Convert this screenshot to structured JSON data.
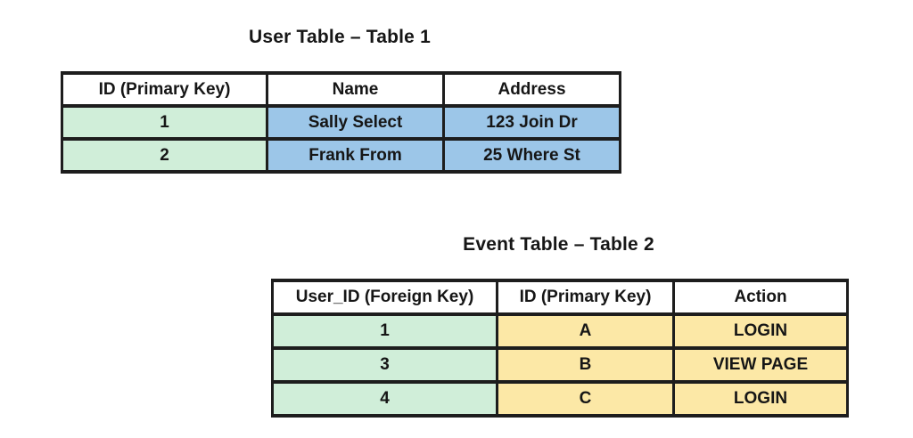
{
  "colors": {
    "border": "#1d1d1d",
    "header_bg": "#ffffff",
    "green": "#d0eed9",
    "blue": "#9cc6e8",
    "yellow": "#fce8a6",
    "text": "#161616",
    "background": "#ffffff"
  },
  "tables": {
    "user_table": {
      "title": "User Table – Table 1",
      "columns": [
        "ID (Primary Key)",
        "Name",
        "Address"
      ],
      "column_colors": [
        "green",
        "blue",
        "blue"
      ],
      "rows": [
        [
          "1",
          "Sally Select",
          "123 Join Dr"
        ],
        [
          "2",
          "Frank From",
          "25 Where St"
        ]
      ]
    },
    "event_table": {
      "title": "Event Table – Table 2",
      "columns": [
        "User_ID (Foreign Key)",
        "ID (Primary Key)",
        "Action"
      ],
      "column_colors": [
        "green",
        "yellow",
        "yellow"
      ],
      "rows": [
        [
          "1",
          "A",
          "LOGIN"
        ],
        [
          "3",
          "B",
          "VIEW PAGE"
        ],
        [
          "4",
          "C",
          "LOGIN"
        ]
      ]
    }
  }
}
